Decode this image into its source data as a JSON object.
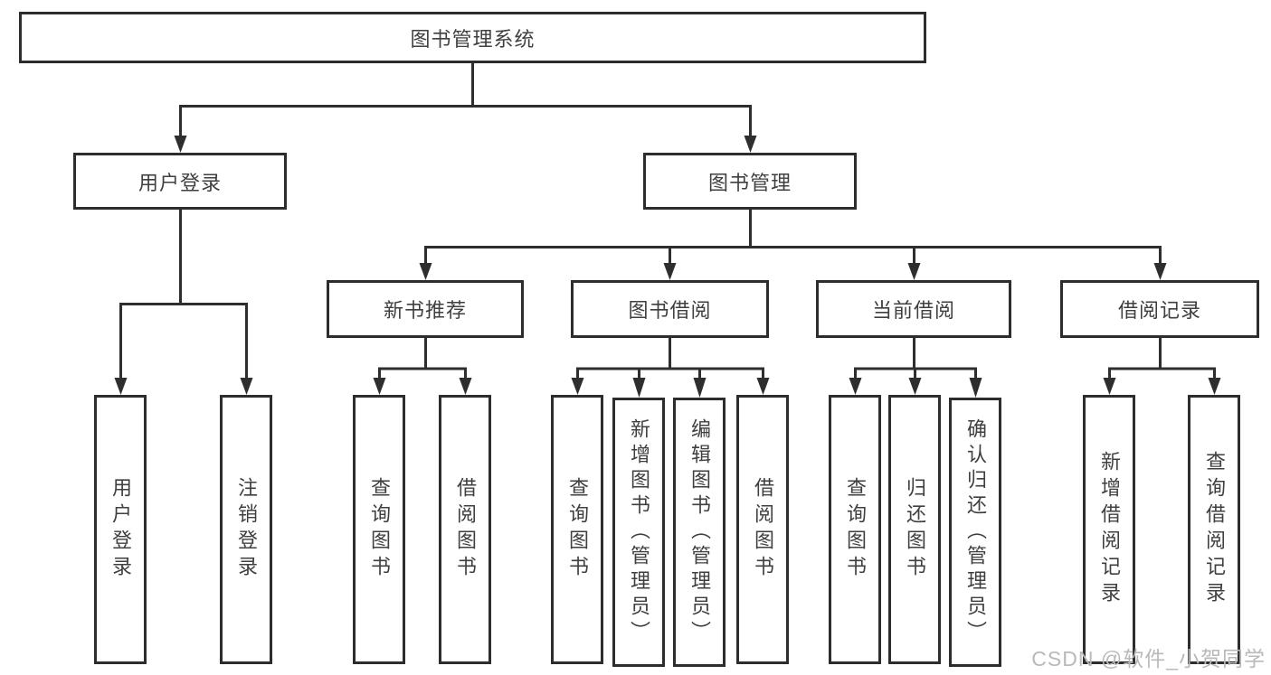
{
  "nodes": {
    "root": "图书管理系统",
    "l2": [
      "用户登录",
      "图书管理"
    ],
    "l3": [
      "新书推荐",
      "图书借阅",
      "当前借阅",
      "借阅记录"
    ],
    "leaves": {
      "login": [
        "用户登录",
        "注销登录"
      ],
      "newbook": [
        "查询图书",
        "借阅图书"
      ],
      "borrow": [
        "查询图书",
        "新增图书（管理员）",
        "编辑图书（管理员）",
        "借阅图书"
      ],
      "current": [
        "查询图书",
        "归还图书",
        "确认归还（管理员）"
      ],
      "records": [
        "新增借阅记录",
        "查询借阅记录"
      ]
    }
  },
  "watermark": "CSDN @软件_小贺同学",
  "colors": {
    "line": "#2e2e2e",
    "box_border": "#2d2d2d",
    "text": "#3f3f3f",
    "watermark": "#b9b9b9",
    "background": "#ffffff"
  }
}
